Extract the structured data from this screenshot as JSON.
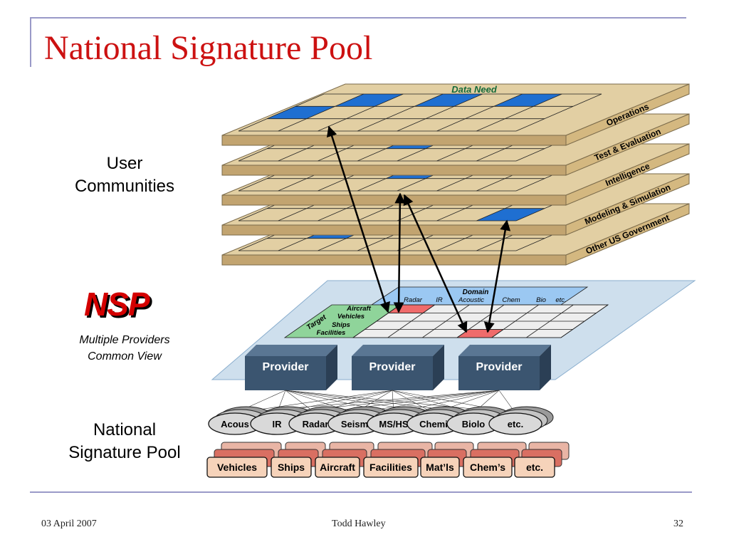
{
  "slide": {
    "title": "National Signature Pool",
    "footer_date": "03 April 2007",
    "footer_author": "Todd Hawley",
    "page_number": "32"
  },
  "left_labels": {
    "user_line1": "User",
    "user_line2": "Communities",
    "nsp": "NSP",
    "nsp_line1": "Multiple Providers",
    "nsp_line2": "Common View",
    "pool_line1": "National",
    "pool_line2": "Signature Pool"
  },
  "layers": {
    "data_need": "Data Need",
    "names": [
      "Operations",
      "Test & Evaluation",
      "Intelligence",
      "Modeling & Simulation",
      "Other US Government"
    ]
  },
  "nsp_grid": {
    "domain_header": "Domain",
    "domain_columns": [
      "Radar",
      "IR",
      "Acoustic",
      "Chem",
      "Bio",
      "etc."
    ],
    "target_header": "Target",
    "target_rows": [
      "Aircraft",
      "Vehicles",
      "Ships",
      "Facilities"
    ]
  },
  "providers": [
    "Provider",
    "Provider",
    "Provider"
  ],
  "sensor_discs": [
    "Acous",
    "IR",
    "Radar",
    "Seism",
    "MS/HS",
    "Chemi",
    "Biolo",
    "etc."
  ],
  "target_blocks": [
    "Vehicles",
    "Ships",
    "Aircraft",
    "Facilities",
    "Mat’ls",
    "Chem’s",
    "etc."
  ],
  "colors": {
    "title": "#cc1111",
    "layer_fill": "#e2cfa3",
    "layer_alt": "#d4b880",
    "blue_cell": "#1f6fd1",
    "nsp_plane": "#c9dcec",
    "provider": "#3b5570",
    "domain_header": "#9bc8f2",
    "target_header": "#8fd49a",
    "highlight_cell": "#ef6b6b",
    "target_block": "#f6d3ba",
    "accent_rule": "#9a9ac8"
  }
}
